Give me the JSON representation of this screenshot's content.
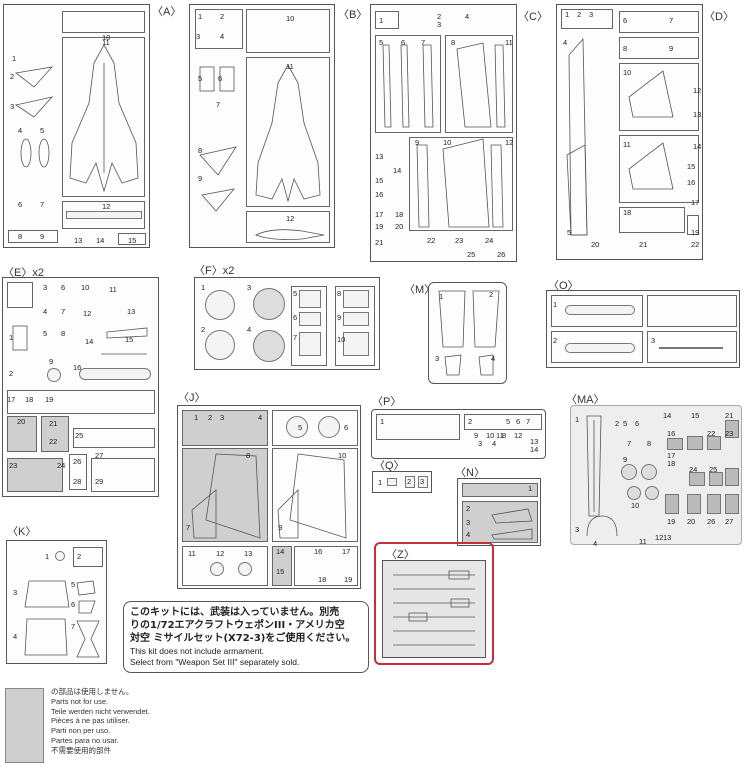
{
  "sprues": {
    "A": {
      "label": "〈A〉",
      "parts": [
        "1",
        "2",
        "3",
        "4",
        "5",
        "6",
        "7",
        "8",
        "9",
        "10",
        "11",
        "12",
        "13",
        "14",
        "15"
      ]
    },
    "B": {
      "label": "〈B〉",
      "parts": [
        "1",
        "2",
        "3",
        "4",
        "5",
        "6",
        "7",
        "8",
        "9",
        "10",
        "11",
        "12"
      ]
    },
    "C": {
      "label": "〈C〉",
      "parts": [
        "1",
        "2",
        "3",
        "4",
        "5",
        "6",
        "7",
        "8",
        "9",
        "10",
        "11",
        "12",
        "13",
        "14",
        "15",
        "16",
        "17",
        "18",
        "19",
        "20",
        "21",
        "22",
        "23",
        "24",
        "25",
        "26"
      ]
    },
    "D": {
      "label": "〈D〉",
      "parts": [
        "1",
        "2",
        "3",
        "4",
        "5",
        "6",
        "7",
        "8",
        "9",
        "10",
        "11",
        "12",
        "13",
        "14",
        "15",
        "16",
        "17",
        "18",
        "19",
        "20",
        "21",
        "22"
      ]
    },
    "E": {
      "label": "〈E〉x2",
      "parts": [
        "1",
        "2",
        "3",
        "4",
        "5",
        "6",
        "7",
        "8",
        "9",
        "10",
        "11",
        "12",
        "13",
        "14",
        "15",
        "16",
        "17",
        "18",
        "19",
        "20",
        "21",
        "22",
        "23",
        "24",
        "25",
        "26",
        "27",
        "28",
        "29"
      ]
    },
    "F": {
      "label": "〈F〉x2",
      "parts": [
        "1",
        "2",
        "3",
        "4",
        "5",
        "6",
        "7",
        "8",
        "9",
        "10"
      ]
    },
    "M": {
      "label": "〈M〉",
      "parts": [
        "1",
        "2",
        "3",
        "4"
      ]
    },
    "O": {
      "label": "〈O〉",
      "parts": [
        "1",
        "2",
        "3"
      ]
    },
    "J": {
      "label": "〈J〉",
      "parts": [
        "1",
        "2",
        "3",
        "4",
        "5",
        "6",
        "7",
        "8",
        "9",
        "10",
        "11",
        "12",
        "13",
        "14",
        "15",
        "16",
        "17",
        "18",
        "19"
      ]
    },
    "P": {
      "label": "〈P〉",
      "parts": [
        "1",
        "2",
        "3",
        "4",
        "5",
        "6",
        "7",
        "8",
        "9",
        "10",
        "11",
        "12",
        "13",
        "14"
      ]
    },
    "Q": {
      "label": "〈Q〉",
      "parts": [
        "1",
        "2",
        "3"
      ]
    },
    "N": {
      "label": "〈N〉",
      "parts": [
        "1",
        "2",
        "3",
        "4"
      ]
    },
    "MA": {
      "label": "〈MA〉",
      "parts": [
        "1",
        "2",
        "3",
        "4",
        "5",
        "6",
        "7",
        "8",
        "9",
        "10",
        "11",
        "12",
        "13",
        "14",
        "15",
        "16",
        "17",
        "18",
        "19",
        "20",
        "21",
        "22",
        "23",
        "24",
        "25",
        "26",
        "27"
      ]
    },
    "K": {
      "label": "〈K〉",
      "parts": [
        "1",
        "2",
        "3",
        "4",
        "5",
        "6",
        "7"
      ]
    },
    "Z": {
      "label": "〈Z〉"
    }
  },
  "notice": {
    "jp_line1": "このキットには、武装は入っていません。別売",
    "jp_line2": "りの1/72エアクラフトウェポンIII・アメリカ空",
    "jp_line3": "対空 ミサイルセット(X72-3)をご使用ください。",
    "en_line1": "This kit does not include armament.",
    "en_line2": "Select from \"Weapon Set III\" separately sold."
  },
  "legend": {
    "lines": [
      "の部品は使用しません。",
      "Parts not for use.",
      "Teile werden nicht verwendet.",
      "Pièces à ne pas utiliser.",
      "Parti non per uso.",
      "Partes para no usar.",
      "不需要使用的部件"
    ]
  },
  "colors": {
    "highlight_frame": "#c4303a",
    "unused_parts": "#cfcfcf"
  }
}
